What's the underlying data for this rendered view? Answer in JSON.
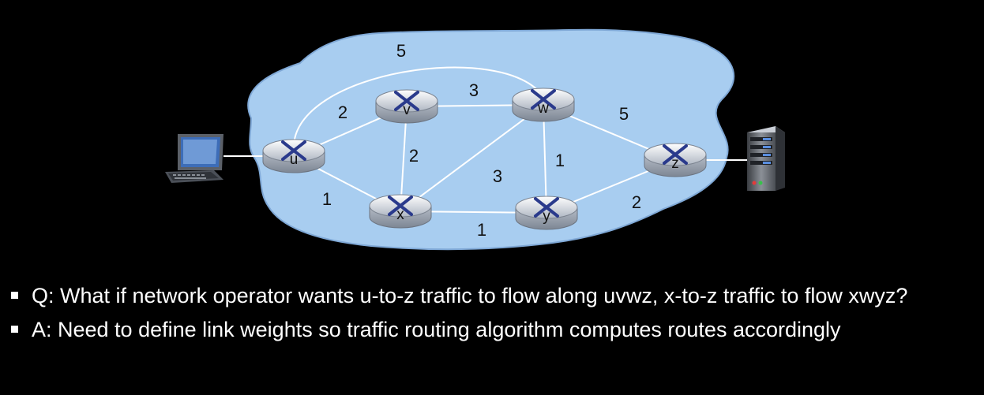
{
  "colors": {
    "background": "#000000",
    "cloud": "#a8cdf0",
    "cloud_outline": "#7fa8d6",
    "link": "#ffffff",
    "router_body": "#c9ced6",
    "router_top": "#e9edf2",
    "router_x": "#2a3a8c",
    "text": "#ffffff"
  },
  "network": {
    "nodes": [
      "u",
      "v",
      "w",
      "x",
      "y",
      "z"
    ],
    "links": [
      {
        "from": "u",
        "to": "v",
        "weight": "2"
      },
      {
        "from": "u",
        "to": "x",
        "weight": "1"
      },
      {
        "from": "u",
        "to": "w",
        "weight": "5"
      },
      {
        "from": "v",
        "to": "w",
        "weight": "3"
      },
      {
        "from": "v",
        "to": "x",
        "weight": "2"
      },
      {
        "from": "x",
        "to": "w",
        "weight": "3"
      },
      {
        "from": "x",
        "to": "y",
        "weight": "1"
      },
      {
        "from": "w",
        "to": "y",
        "weight": "1"
      },
      {
        "from": "w",
        "to": "z",
        "weight": "5"
      },
      {
        "from": "y",
        "to": "z",
        "weight": "2"
      }
    ],
    "host_left": "laptop-icon",
    "host_right": "server-icon"
  },
  "bullets": [
    {
      "text": "Q: What if network operator wants u-to-z traffic to flow along uvwz, x-to-z traffic to flow xwyz?"
    },
    {
      "text": "A: Need to define link weights so traffic routing algorithm computes routes accordingly"
    }
  ]
}
